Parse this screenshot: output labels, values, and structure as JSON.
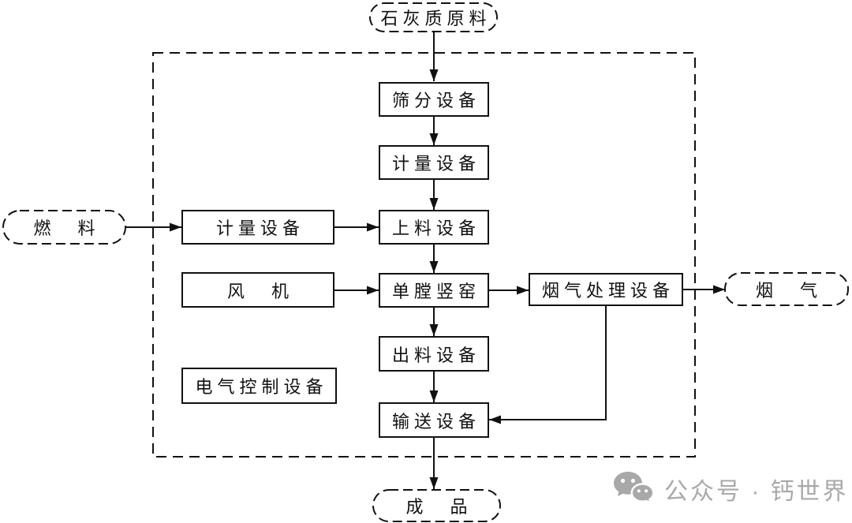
{
  "diagram": {
    "nodes": {
      "raw_material": "石灰质原料",
      "screening": "筛分设备",
      "metering_top": "计量设备",
      "feeding": "上料设备",
      "kiln": "单膛竖窑",
      "discharge": "出料设备",
      "conveying": "输送设备",
      "metering_left": "计量设备",
      "fan": "风　机",
      "electrical_control": "电气控制设备",
      "flue_gas_treatment": "烟气处理设备",
      "fuel": "燃　料",
      "flue_gas": "烟　气",
      "product": "成　品"
    },
    "edges": [
      {
        "from": "raw_material",
        "to": "screening"
      },
      {
        "from": "screening",
        "to": "metering_top"
      },
      {
        "from": "metering_top",
        "to": "feeding"
      },
      {
        "from": "feeding",
        "to": "kiln"
      },
      {
        "from": "kiln",
        "to": "discharge"
      },
      {
        "from": "discharge",
        "to": "conveying"
      },
      {
        "from": "conveying",
        "to": "product"
      },
      {
        "from": "fuel",
        "to": "metering_left"
      },
      {
        "from": "metering_left",
        "to": "feeding"
      },
      {
        "from": "fan",
        "to": "kiln"
      },
      {
        "from": "kiln",
        "to": "flue_gas_treatment"
      },
      {
        "from": "flue_gas_treatment",
        "to": "flue_gas"
      },
      {
        "from": "flue_gas_treatment",
        "to": "conveying"
      }
    ],
    "boundary_style": "dashed"
  },
  "colors": {
    "line": "#111111",
    "background": "#ffffff",
    "watermark": "#a9a9a9"
  },
  "watermark": {
    "icon": "wechat-icon",
    "text": "公众号 · 钙世界"
  }
}
